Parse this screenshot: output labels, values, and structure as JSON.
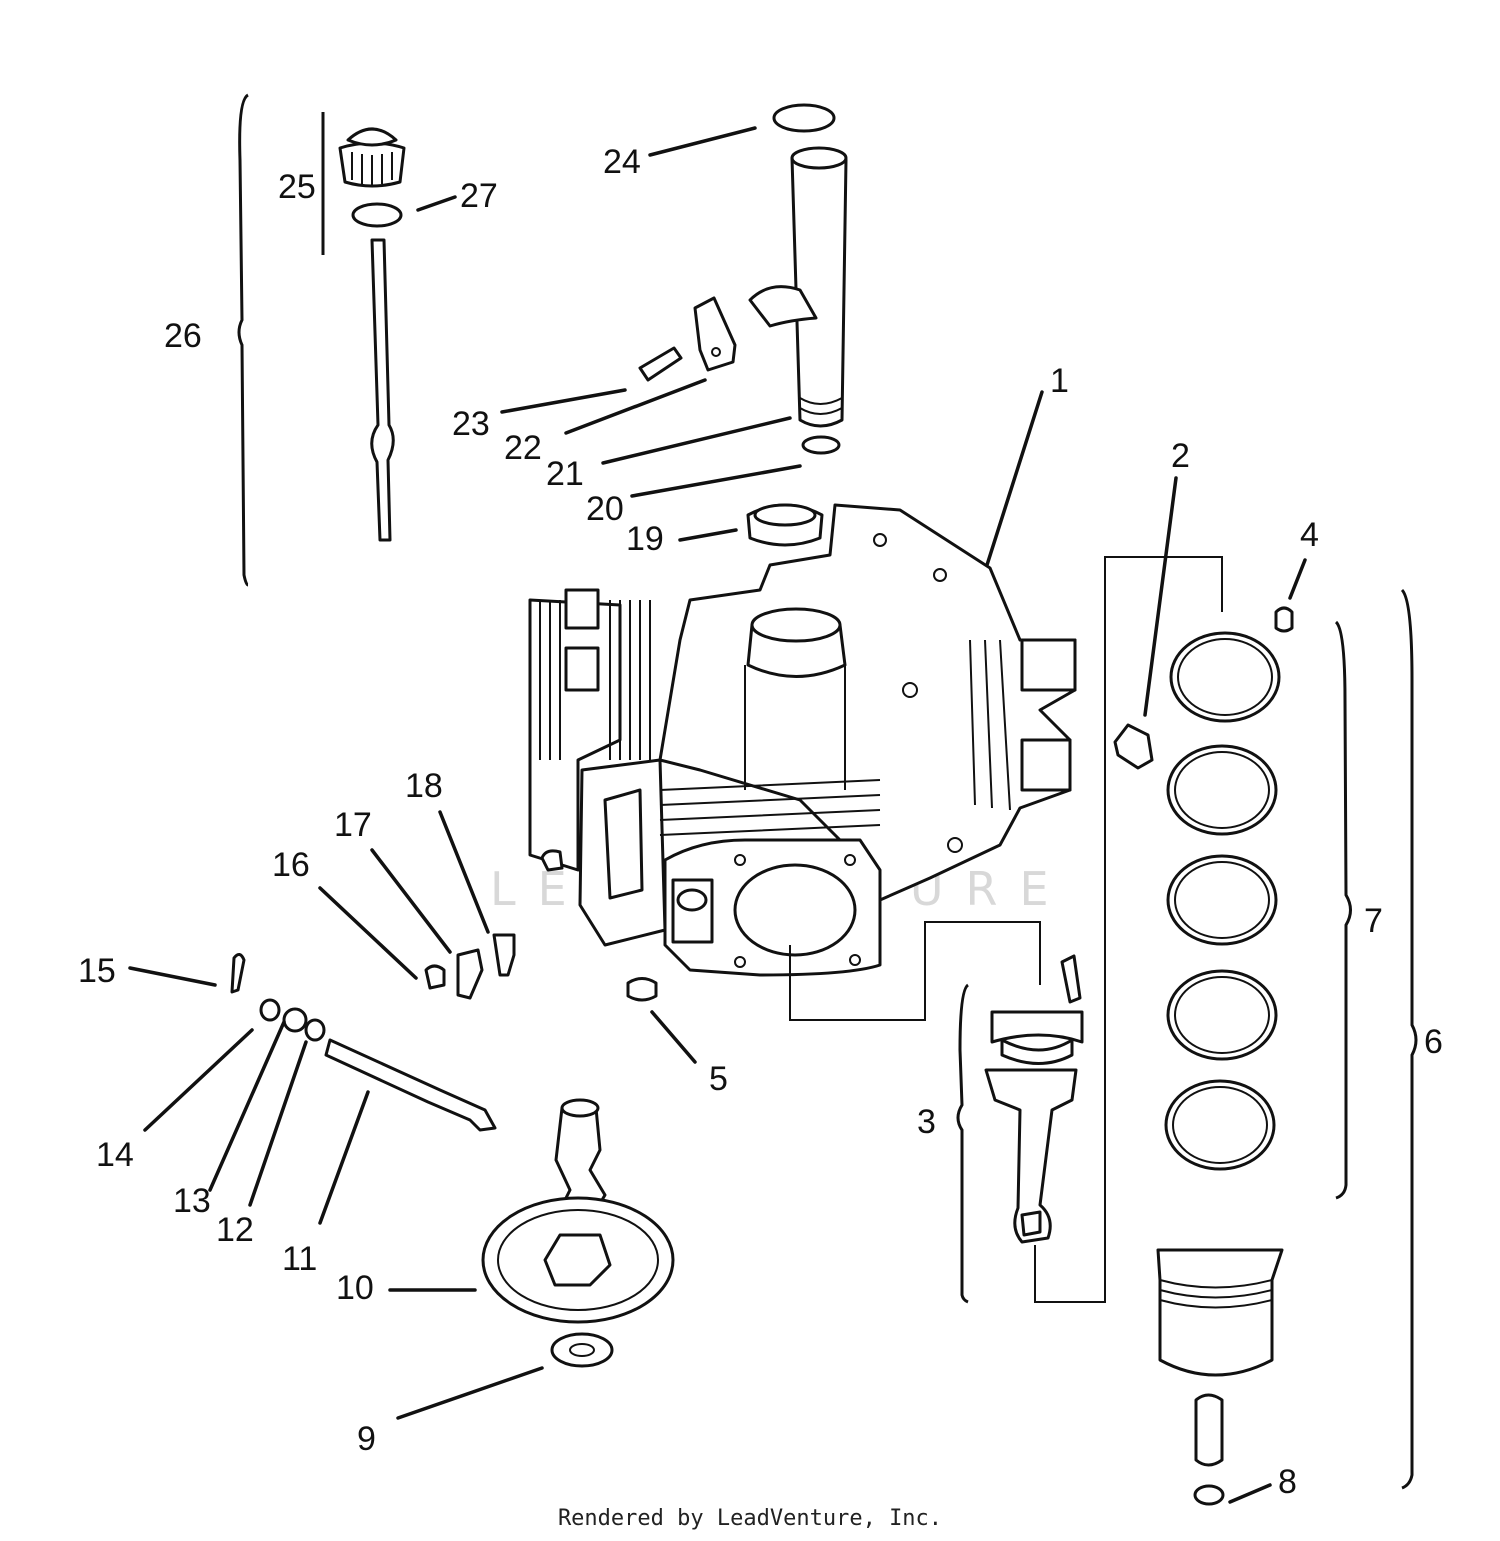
{
  "diagram": {
    "callouts": [
      "1",
      "2",
      "3",
      "4",
      "5",
      "6",
      "7",
      "8",
      "9",
      "10",
      "11",
      "12",
      "13",
      "14",
      "15",
      "16",
      "17",
      "18",
      "19",
      "20",
      "21",
      "22",
      "23",
      "24",
      "25",
      "26",
      "27"
    ],
    "watermark": "LEADVENTURE",
    "footer": "Rendered by LeadVenture, Inc."
  },
  "palette": {
    "ink": "#111111",
    "paper": "#ffffff",
    "watermark": "#d8d8d8"
  }
}
